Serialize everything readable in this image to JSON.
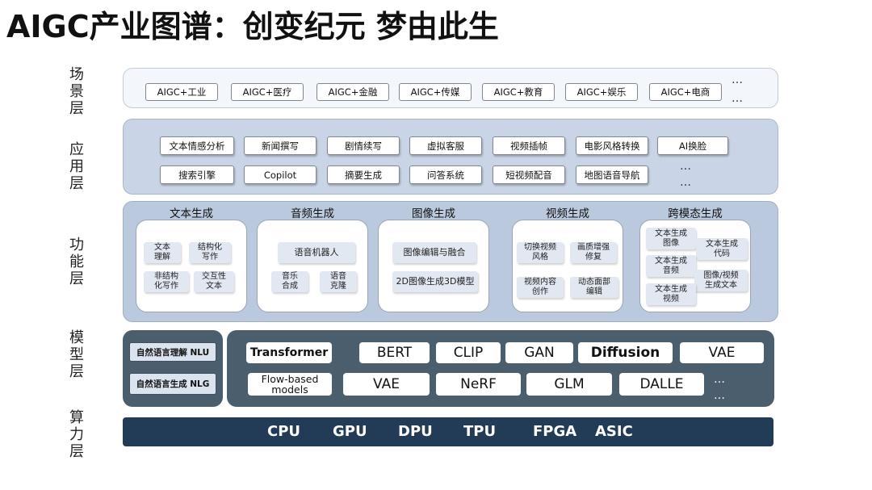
{
  "title": "AIGC产业图谱：创变纪元  梦由此生",
  "side_labels": {
    "scene": [
      "场",
      "景",
      "层"
    ],
    "app": [
      "应",
      "用",
      "层"
    ],
    "func": [
      "功",
      "能",
      "层"
    ],
    "model": [
      "模",
      "型",
      "层"
    ],
    "compute": [
      "算",
      "力",
      "层"
    ]
  },
  "scene": {
    "items": [
      "AIGC+工业",
      "AIGC+医疗",
      "AIGC+金融",
      "AIGC+传媒",
      "AIGC+教育",
      "AIGC+娱乐",
      "AIGC+电商"
    ],
    "ellipsis": [
      "…",
      "…"
    ]
  },
  "app": {
    "row1": [
      "文本情感分析",
      "新闻撰写",
      "剧情续写",
      "虚拟客服",
      "视频插帧",
      "电影风格转换",
      "AI换脸"
    ],
    "row2": [
      "搜索引擎",
      "Copilot",
      "摘要生成",
      "问答系统",
      "短视频配音",
      "地图语音导航"
    ],
    "ellipsis": [
      "…",
      "…"
    ]
  },
  "func": {
    "text": {
      "title": "文本生成",
      "items": [
        "文本\n理解",
        "结构化\n写作",
        "非结构\n化写作",
        "交互性\n文本"
      ]
    },
    "audio": {
      "title": "音频生成",
      "items": [
        "语音机器人",
        "音乐\n合成",
        "语音\n克隆"
      ]
    },
    "image": {
      "title": "图像生成",
      "items": [
        "图像编辑与融合",
        "2D图像生成3D模型"
      ]
    },
    "video": {
      "title": "视频生成",
      "items": [
        "切换视频\n风格",
        "画质增强\n修复",
        "视频内容\n创作",
        "动态面部\n编辑"
      ]
    },
    "cross": {
      "title": "跨模态生成",
      "items": [
        "文本生成\n图像",
        "文本生成\n代码",
        "文本生成\n音频",
        "图像/视频\n生成文本",
        "文本生成\n视频"
      ]
    }
  },
  "model": {
    "nlu": "自然语言理解 NLU",
    "nlg": "自然语言生成 NLG",
    "row1": [
      "Transformer",
      "BERT",
      "CLIP",
      "GAN",
      "Diffusion",
      "VAE"
    ],
    "row2": [
      "Flow-based\nmodels",
      "VAE",
      "NeRF",
      "GLM",
      "DALLE"
    ],
    "ellipsis": [
      "…",
      "…"
    ]
  },
  "compute": {
    "items": [
      "CPU",
      "GPU",
      "DPU",
      "TPU",
      "FPGA",
      "ASIC"
    ]
  },
  "colors": {
    "scene_bg": "#f3f6fa",
    "app_bg": "#c9d5e6",
    "func_bg": "#bac9dd",
    "model_bg": "#4b5e6e",
    "compute_bg": "#223b57"
  }
}
